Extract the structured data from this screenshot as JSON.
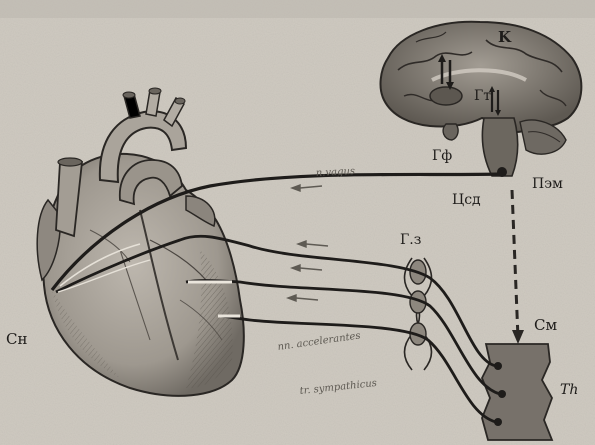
{
  "labels": {
    "cortex": "K",
    "hypothalamus": "Гт",
    "pituitary": "Гф",
    "vasomotor_center": "Цсд",
    "vagus_nucleus": "Пэм",
    "ganglion": "Г.з",
    "spinal_cord": "См",
    "thoracic": "Th",
    "sinoatrial_node": "Сн",
    "vagus_nerve": "n.vagus",
    "accelerator_nerves": "nn. accelerantes",
    "sympathetic_trunk": "tr. sympathicus"
  },
  "colors": {
    "background": "#cfcac1",
    "ink": "#1e1c1a",
    "heart_fill": "#a9a39a",
    "brain_fill": "#8d877e",
    "spinal_fill": "#77716a"
  }
}
